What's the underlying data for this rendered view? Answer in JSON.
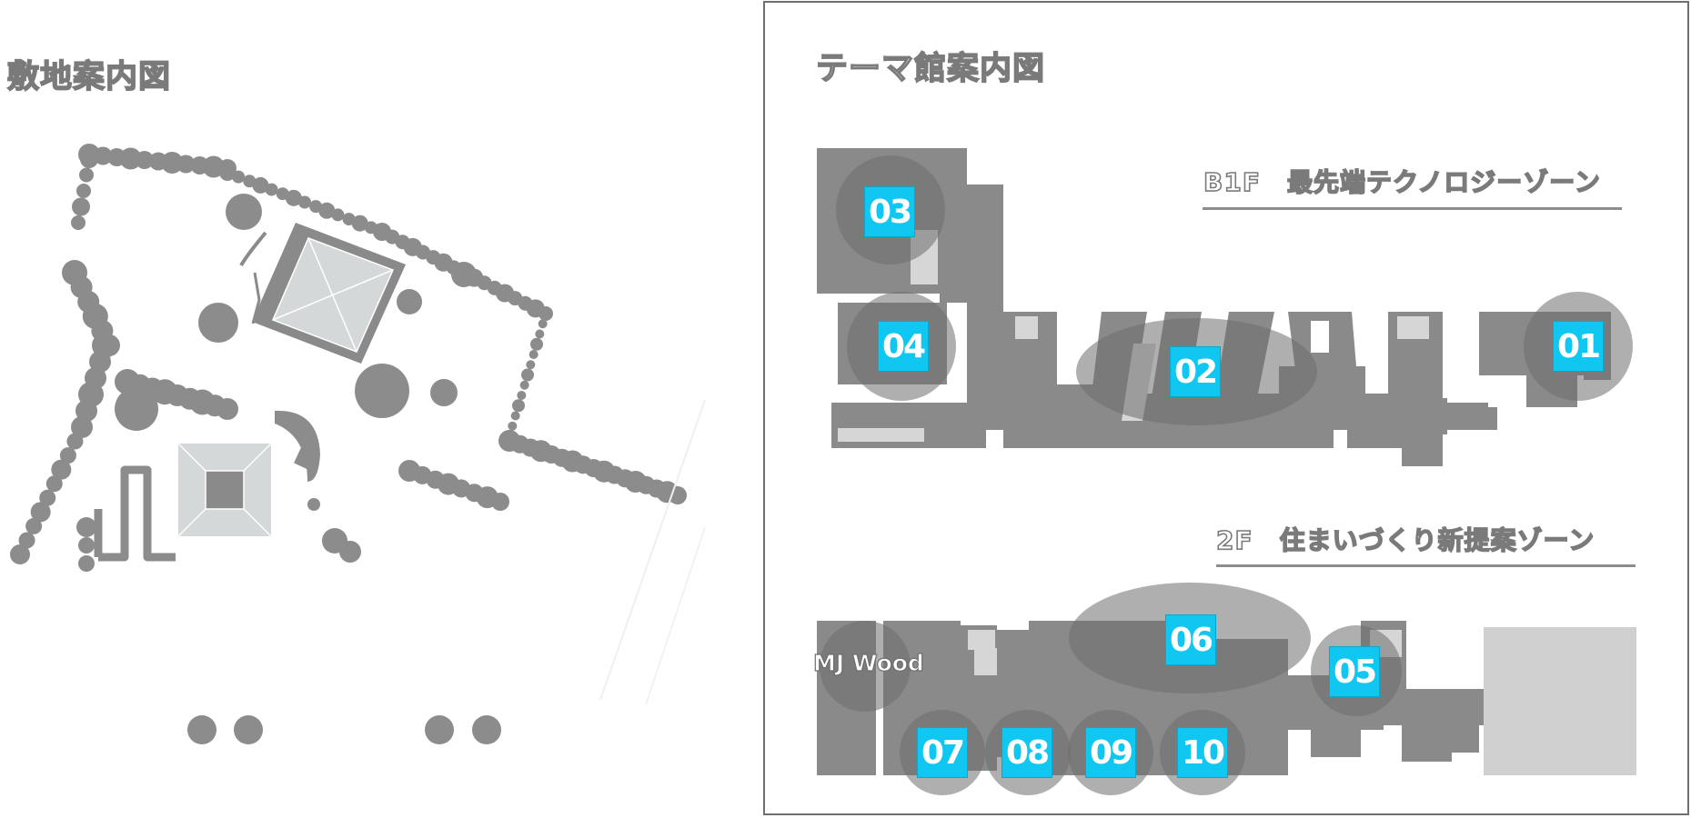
{
  "site_map": {
    "title": "敷地案内図"
  },
  "theme_map": {
    "title": "テーマ館案内図",
    "zones": [
      {
        "title": "B1F　最先端テクノロジーゾーン"
      },
      {
        "title": "2F　住まいづくり新提案ゾーン"
      }
    ],
    "booths": [
      "01",
      "02",
      "03",
      "04",
      "05",
      "06",
      "07",
      "08",
      "09",
      "10"
    ],
    "mj_wood_label": "MJ Wood"
  },
  "colors": {
    "booth_badge": "#10c7f2",
    "floor_plan": "#8a8a8a",
    "trees": "#8c8c8c",
    "roof_light": "#d4d8d9",
    "panel_border": "#6f6f6f"
  }
}
